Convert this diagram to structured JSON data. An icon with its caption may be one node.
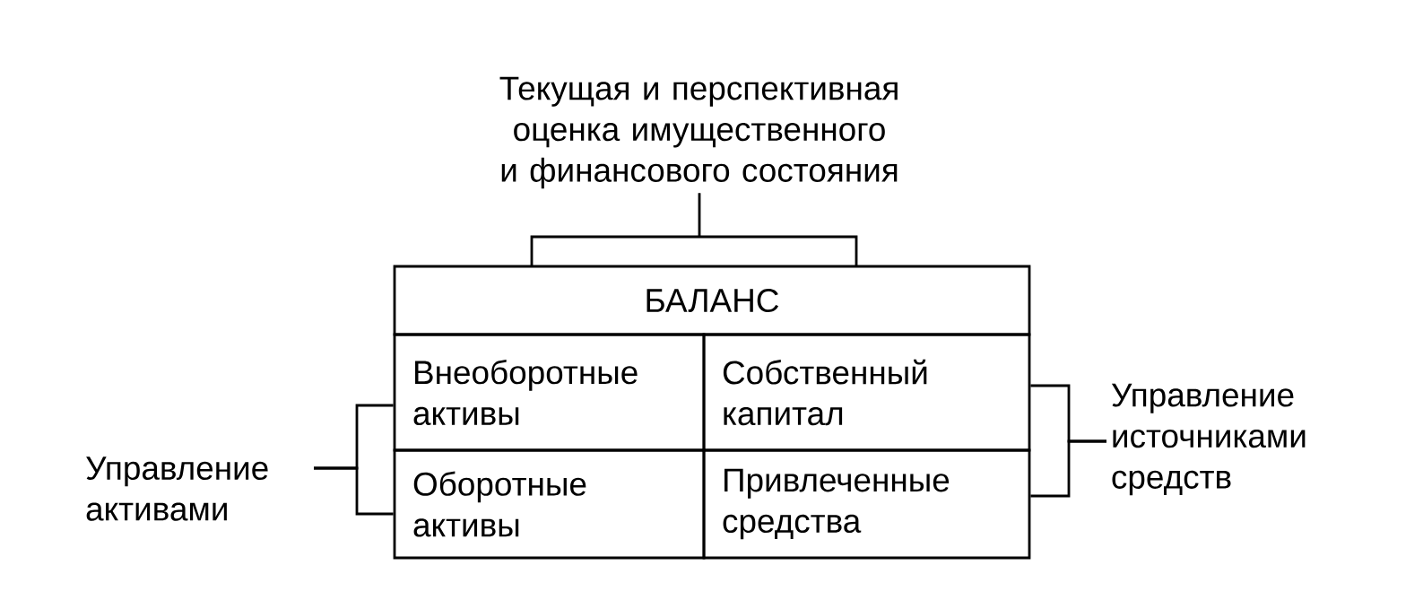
{
  "diagram": {
    "nodes": [
      {
        "text": [
          "Текущая и перспективная оценка имущественного и финансового состояния"
        ]
      },
      {
        "text": [
          "БАЛАНС"
        ]
      },
      {
        "text": [
          "Внеоборотные активы"
        ]
      },
      {
        "text": [
          "Собственный капитал"
        ]
      },
      {
        "text": [
          "Оборотные активы"
        ]
      },
      {
        "text": [
          "Привлеченные средства"
        ]
      },
      {
        "text": [
          "Управление активами"
        ]
      },
      {
        "text": [
          "Управление источниками средств"
        ]
      }
    ],
    "edges": [
      {
        "from": 0,
        "to": 1,
        "arrow": "none"
      },
      {
        "from": 6,
        "to": 2,
        "arrow": "none"
      },
      {
        "from": 6,
        "to": 4,
        "arrow": "none"
      },
      {
        "from": 7,
        "to": 3,
        "arrow": "none"
      },
      {
        "from": 7,
        "to": 5,
        "arrow": "none"
      }
    ]
  }
}
